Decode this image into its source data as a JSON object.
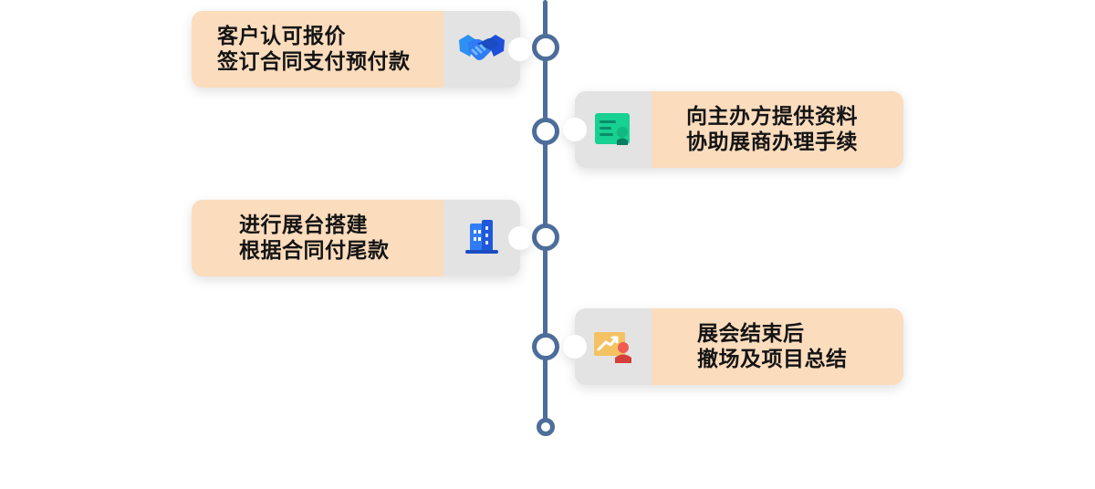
{
  "steps": [
    {
      "line1": "客户认可报价",
      "line2": "签订合同支付预付款",
      "icon": "handshake-icon"
    },
    {
      "line1": "向主办方提供资料",
      "line2": "协助展商办理手续",
      "icon": "certificate-icon"
    },
    {
      "line1": "进行展台搭建",
      "line2": "根据合同付尾款",
      "icon": "building-icon"
    },
    {
      "line1": "展会结束后",
      "line2": "撤场及项目总结",
      "icon": "presentation-icon"
    }
  ],
  "colors": {
    "timeline": "#4d6e9a",
    "text_panel": "#fbdcbd",
    "icon_panel": "#e3e3e3",
    "text": "#141414"
  }
}
